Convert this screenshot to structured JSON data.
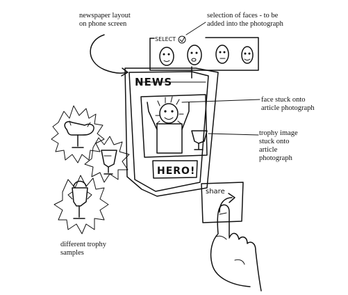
{
  "annotations": {
    "newspaper_layout": [
      "newspaper layout",
      "on phone screen"
    ],
    "face_selection": [
      "selection of faces - to be",
      "added into the photograph"
    ],
    "face_stuck": [
      "face stuck onto",
      "article photograph"
    ],
    "trophy_stuck": [
      "trophy image",
      "stuck onto",
      "article",
      "photograph"
    ],
    "trophy_samples": [
      "different trophy",
      "samples"
    ]
  },
  "sketch_text": {
    "select_label": "SELECT",
    "headline": "NEWS",
    "banner": "HERO!",
    "share_label": "share"
  }
}
